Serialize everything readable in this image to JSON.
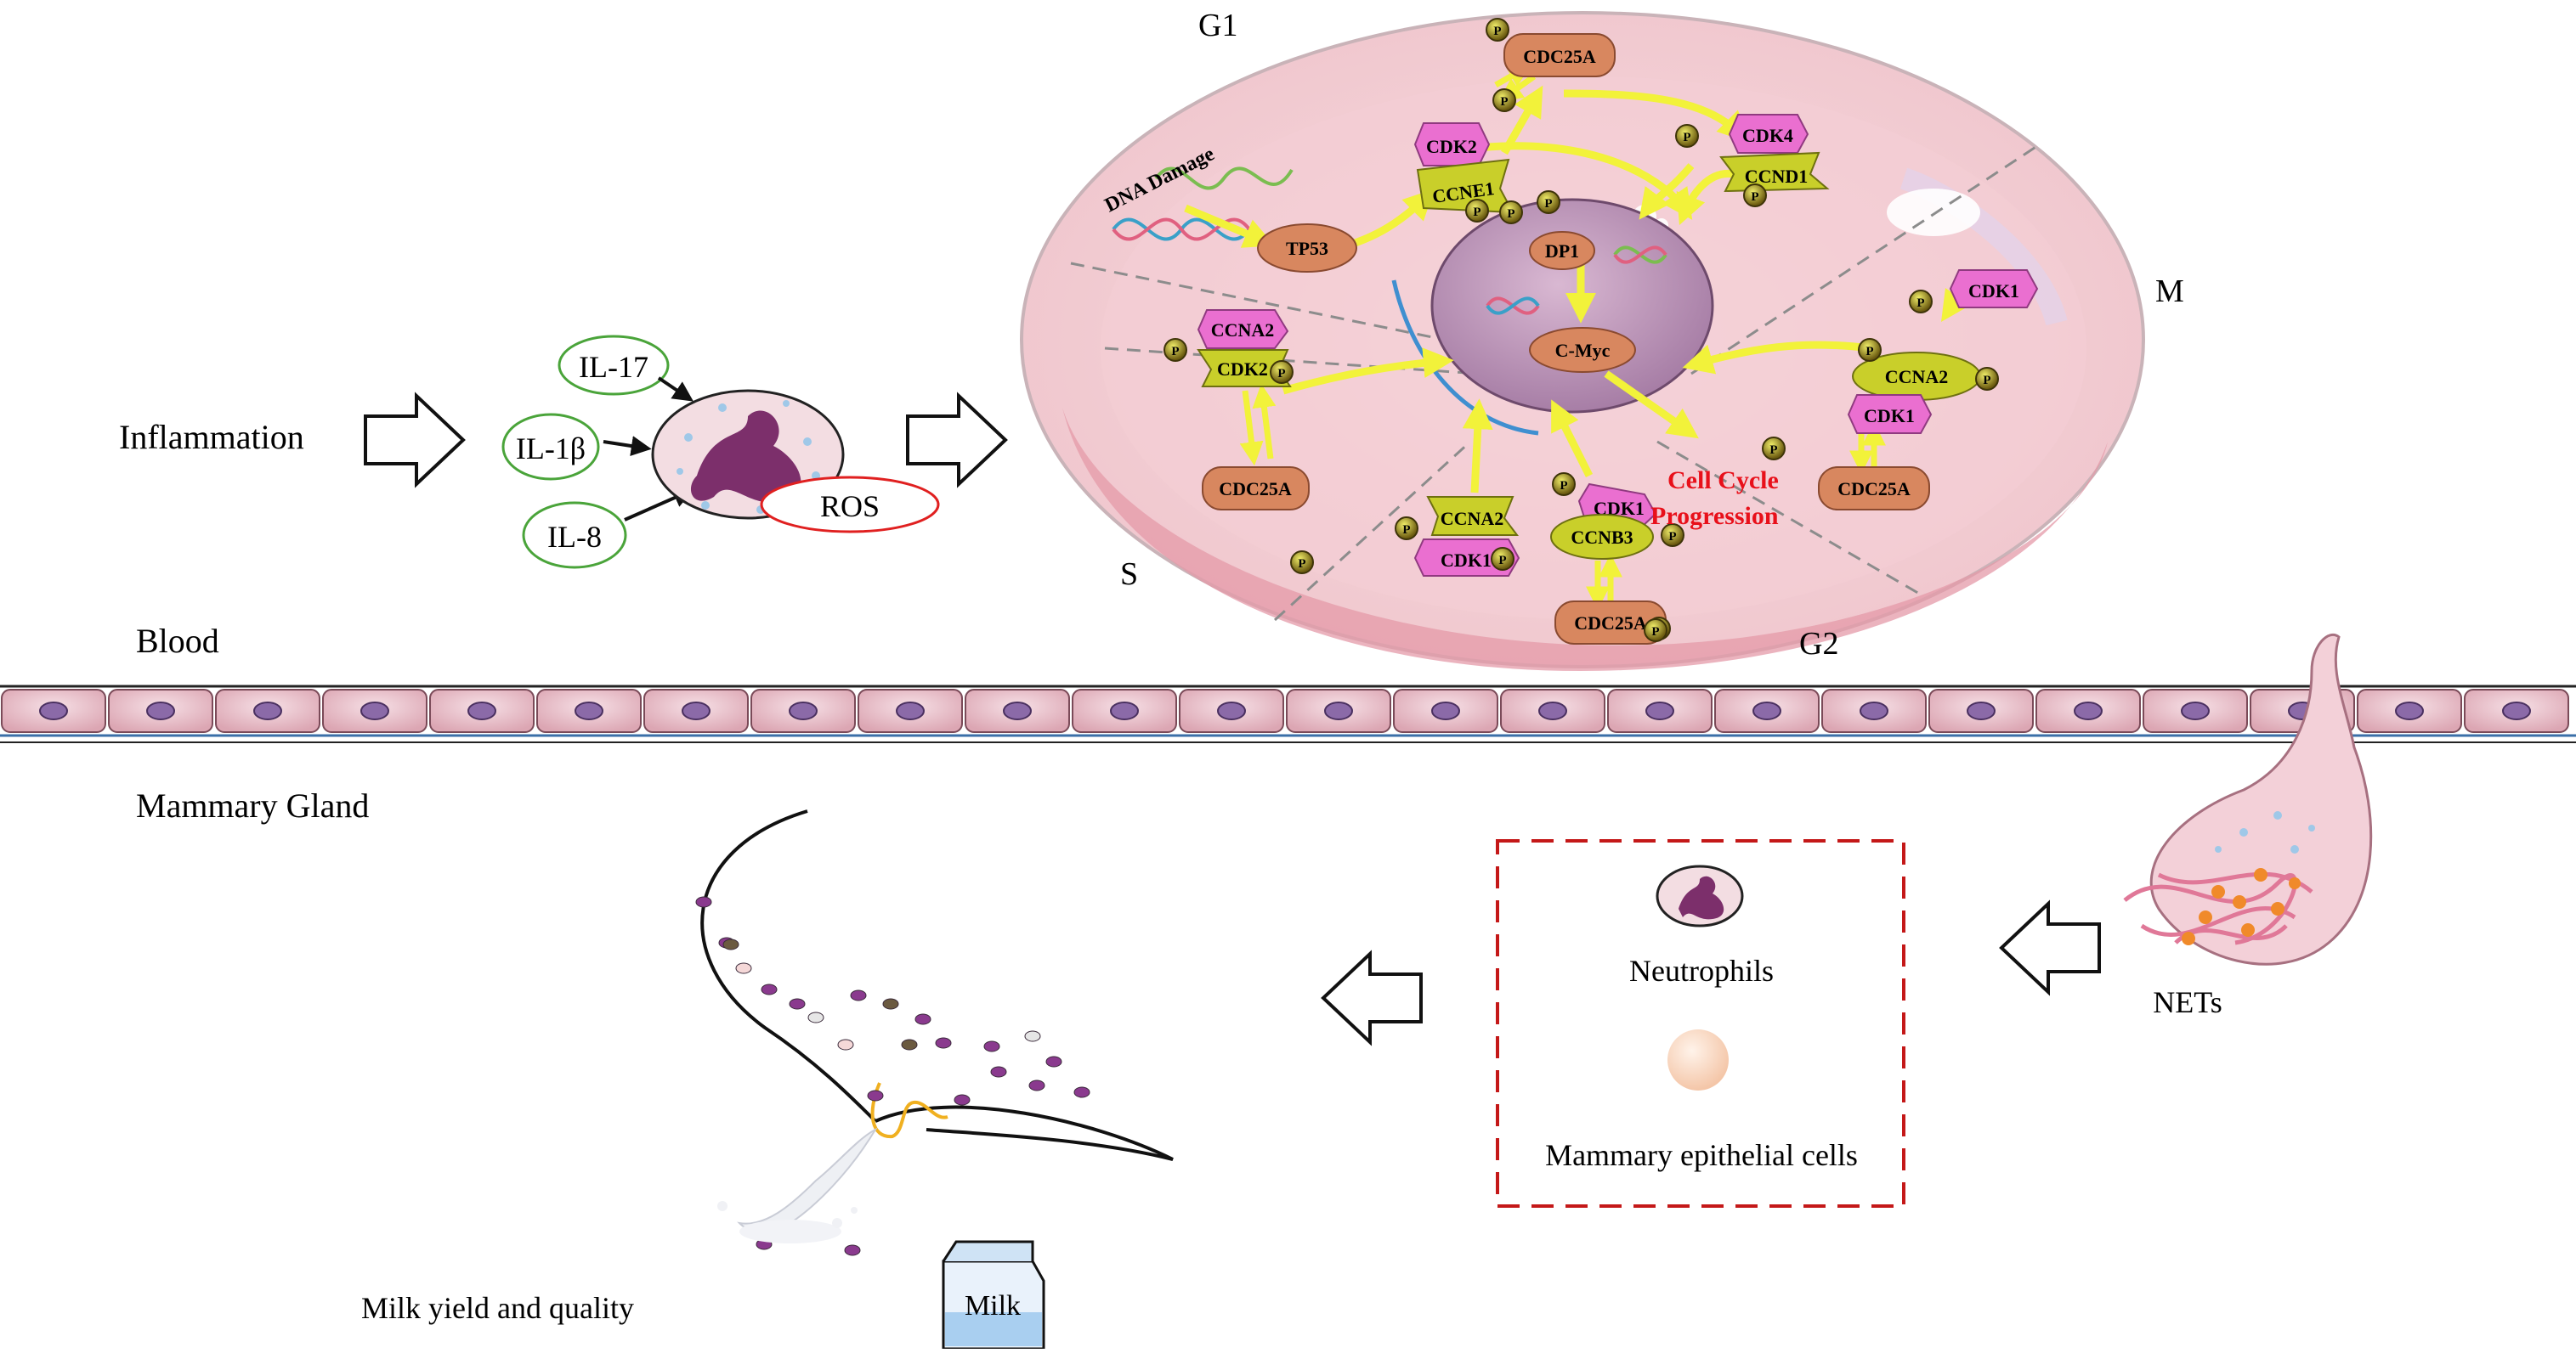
{
  "inflammation": {
    "label": "Inflammation",
    "cytokines": [
      "IL-17",
      "IL-1β",
      "IL-8"
    ],
    "ros": "ROS"
  },
  "cell_cycle": {
    "phases": {
      "g1": "G1",
      "m": "M",
      "s": "S",
      "g2": "G2"
    },
    "dna_damage": "DNA Damage",
    "phosphate": "P",
    "proteins": {
      "cdc25a_top": "CDC25A",
      "cdk2_g1": "CDK2",
      "ccne1": "CCNE1",
      "cdk4": "CDK4",
      "ccnd1": "CCND1",
      "tp53": "TP53",
      "dp1": "DP1",
      "cmyc": "C-Myc",
      "ccna2_s": "CCNA2",
      "cdk2_s": "CDK2",
      "cdc25a_s": "CDC25A",
      "ccna2_g2": "CCNA2",
      "cdk1_g2": "CDK1",
      "cdk1_ccnb3": "CDK1",
      "ccnb3": "CCNB3",
      "cdc25a_g2": "CDC25A",
      "cdk1_m_top": "CDK1",
      "ccna2_m": "CCNA2",
      "cdk1_m": "CDK1",
      "cdc25a_m": "CDC25A"
    },
    "progression": [
      "Cell Cycle",
      "Progression"
    ],
    "colors": {
      "cyclin": "#c9cf2a",
      "cdk": "#ea6fd0",
      "cdc25a": "#d8875f",
      "arrow": "#f2f23a",
      "progression": "#e8101a"
    }
  },
  "blood": {
    "label": "Blood"
  },
  "mammary": {
    "label": "Mammary Gland"
  },
  "legend": {
    "neutrophils": "Neutrophils",
    "epithelial": "Mammary epithelial cells"
  },
  "nets": {
    "label": "NETs"
  },
  "milk": {
    "caption": "Milk yield and quality",
    "carton": "Milk"
  }
}
